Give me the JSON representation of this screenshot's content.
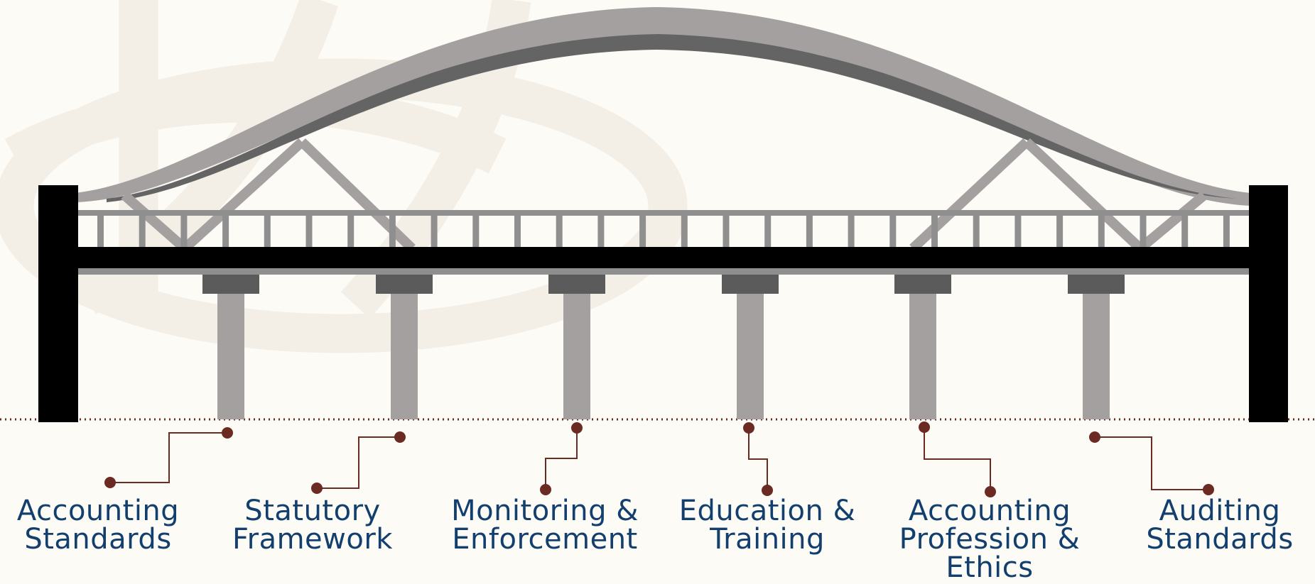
{
  "pillars": [
    {
      "lines": [
        "Accounting",
        "Standards"
      ]
    },
    {
      "lines": [
        "Statutory",
        "Framework"
      ]
    },
    {
      "lines": [
        "Monitoring &",
        "Enforcement"
      ]
    },
    {
      "lines": [
        "Education &",
        "Training"
      ]
    },
    {
      "lines": [
        "Accounting",
        "Profession &",
        "Ethics"
      ]
    },
    {
      "lines": [
        "Auditing",
        "Standards"
      ]
    }
  ],
  "colors": {
    "background": "#fdfbf6",
    "label_text": "#123f6e",
    "connector": "#6b2a22",
    "arch_light": "#a3a09f",
    "arch_dark": "#646464",
    "deck": "#000000",
    "pier_cap": "#5b5b5b"
  }
}
